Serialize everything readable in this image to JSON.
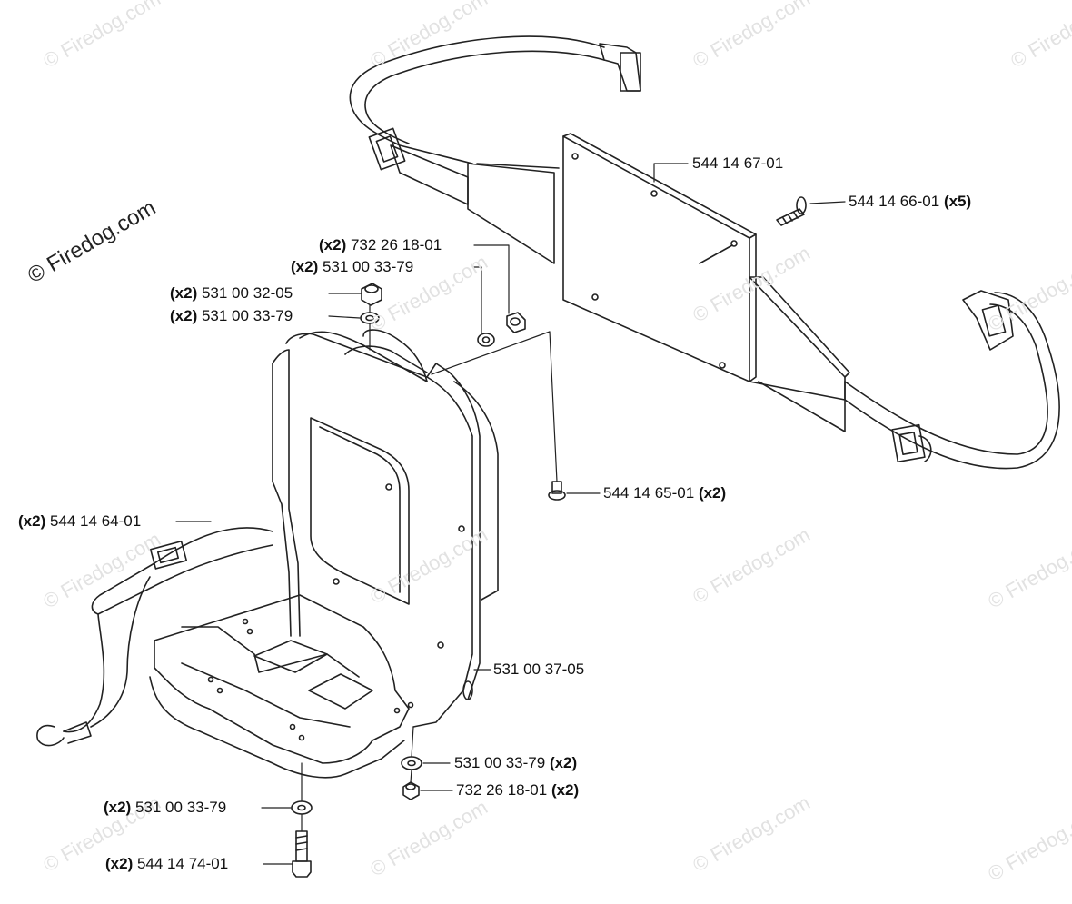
{
  "watermark": "© Firedog.com",
  "brand": "© Firedog.com",
  "labels": [
    {
      "id": "544-14-67-01",
      "qty": "",
      "part": "544 14 67-01"
    },
    {
      "id": "544-14-66-01",
      "qty": "(x5)",
      "part": "544 14 66-01"
    },
    {
      "id": "732-26-18-01-top",
      "qty": "(x2)",
      "part": "732 26 18-01"
    },
    {
      "id": "531-00-33-79-top",
      "qty": "(x2)",
      "part": "531 00 33-79"
    },
    {
      "id": "531-00-32-05",
      "qty": "(x2)",
      "part": "531 00 32-05"
    },
    {
      "id": "531-00-33-79-mid",
      "qty": "(x2)",
      "part": "531 00 33-79"
    },
    {
      "id": "544-14-65-01",
      "qty": "(x2)",
      "part": "544 14 65-01"
    },
    {
      "id": "544-14-64-01",
      "qty": "(x2)",
      "part": "544 14 64-01"
    },
    {
      "id": "531-00-37-05",
      "qty": "",
      "part": "531 00 37-05"
    },
    {
      "id": "531-00-33-79-low",
      "qty": "(x2)",
      "part": "531 00 33-79"
    },
    {
      "id": "732-26-18-01-low",
      "qty": "(x2)",
      "part": "732 26 18-01"
    },
    {
      "id": "531-00-33-79-bottom",
      "qty": "(x2)",
      "part": "531 00 33-79"
    },
    {
      "id": "544-14-74-01",
      "qty": "(x2)",
      "part": "544 14 74-01"
    }
  ]
}
